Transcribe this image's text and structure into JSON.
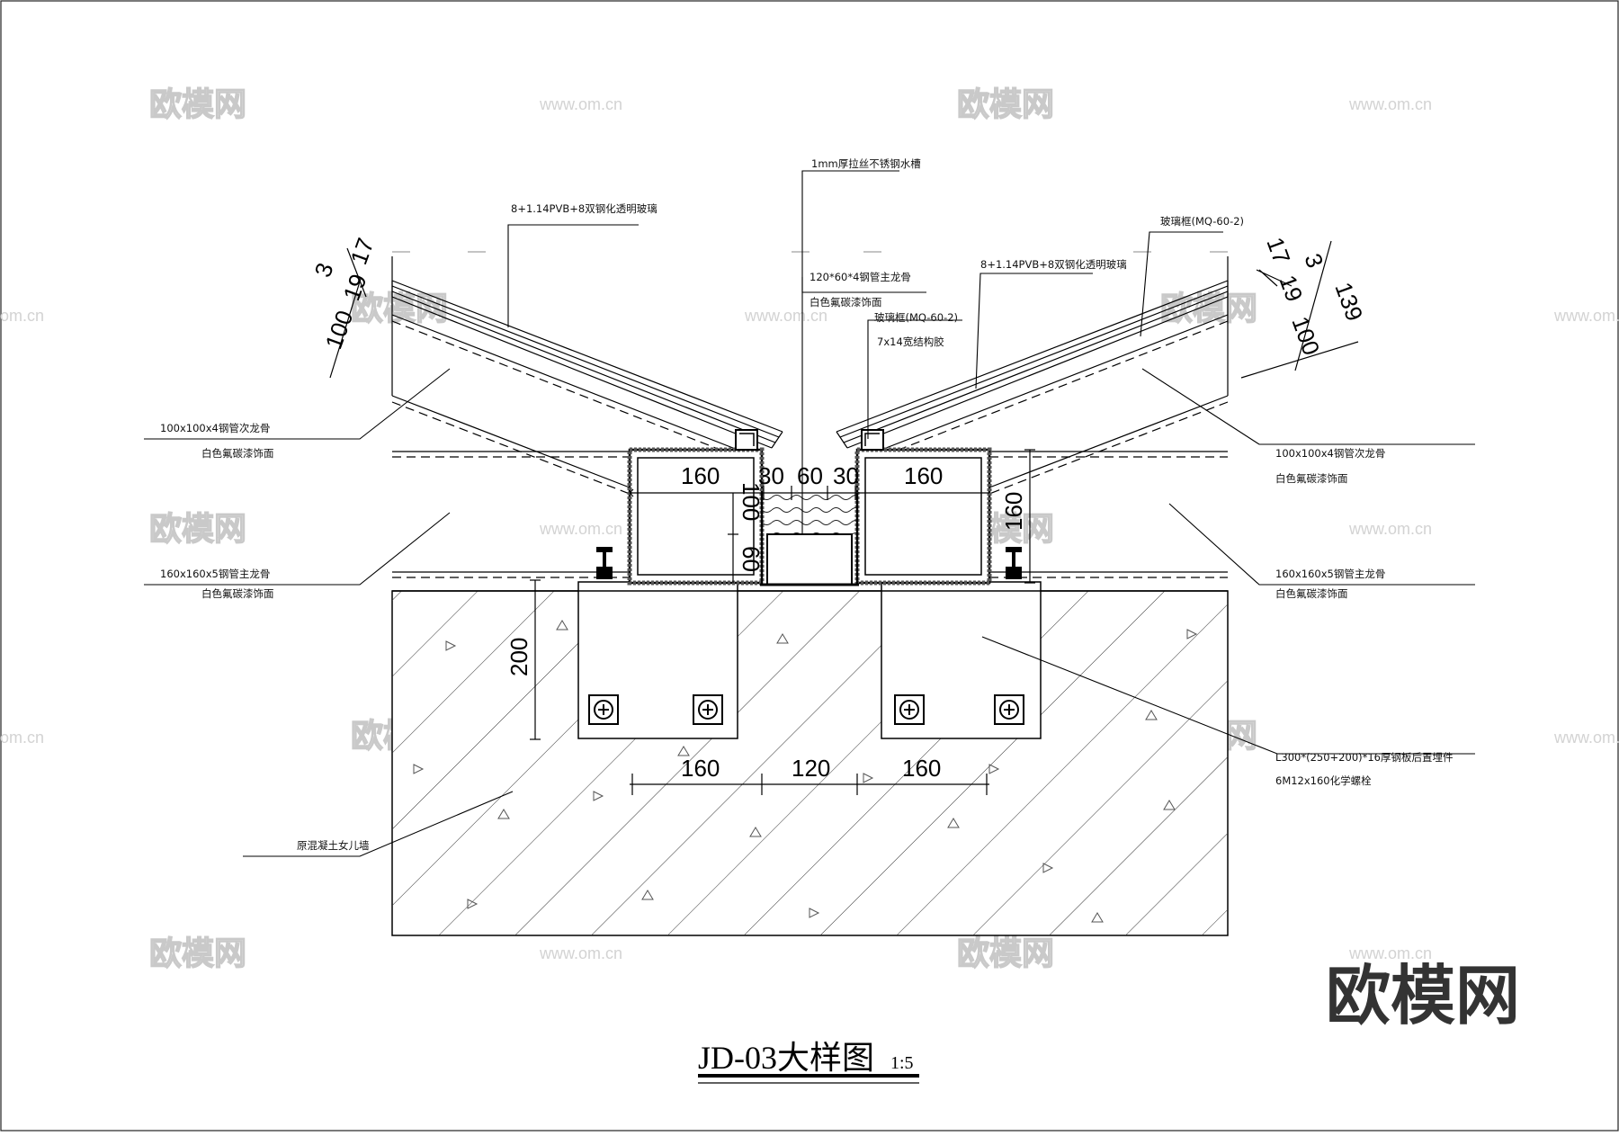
{
  "drawing": {
    "title": "JD-03大样图",
    "scale": "1:5"
  },
  "dimensions": {
    "left_stack": [
      "100",
      "19",
      "3",
      "17"
    ],
    "right_stack": [
      "17",
      "3",
      "19",
      "100",
      "139"
    ],
    "beam_left_width": "160",
    "gap_a": "30",
    "gutter_width": "60",
    "gap_b": "30",
    "beam_right_width": "160",
    "gutter_depth": "100",
    "gutter_bottom": "60",
    "beam_height": "160",
    "embed_height": "200",
    "bottom_left": "160",
    "bottom_mid": "120",
    "bottom_right": "160"
  },
  "labels": {
    "gutter_sheet": "1mm厚拉丝不锈钢水槽",
    "glass_left": "8+1.14PVB+8双钢化透明玻璃",
    "glass_right": "8+1.14PVB+8双钢化透明玻璃",
    "glass_frame_right": "玻璃框(MQ-60-2)",
    "main_keel_120": "120*60*4钢管主龙骨",
    "main_keel_120_finish": "白色氟碳漆饰面",
    "glass_frame_mid": "玻璃框(MQ-60-2)",
    "struct_glue": "7x14宽结构胶",
    "sub_keel_left": "100x100x4钢管次龙骨",
    "sub_keel_left_finish": "白色氟碳漆饰面",
    "main_keel_left": "160x160x5钢管主龙骨",
    "main_keel_left_finish": "白色氟碳漆饰面",
    "sub_keel_right": "100x100x4钢管次龙骨",
    "sub_keel_right_finish": "白色氟碳漆饰面",
    "main_keel_right": "160x160x5钢管主龙骨",
    "main_keel_right_finish": "白色氟碳漆饰面",
    "embed_plate": "L300*(250+200)*16厚钢板后置埋件",
    "anchor_bolt": "6M12x160化学螺栓",
    "concrete_wall": "原混凝土女儿墙"
  },
  "watermarks": {
    "cn": "欧模网",
    "url": "www.om.cn",
    "url_short": "om.cn"
  },
  "brand": "欧模网"
}
